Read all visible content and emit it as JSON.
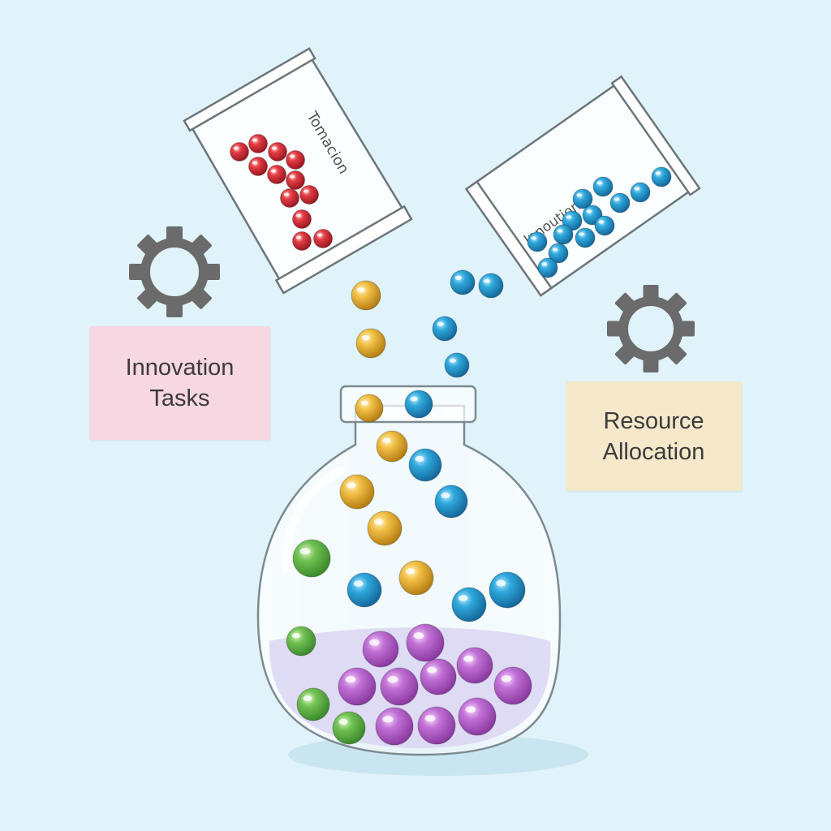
{
  "scene": {
    "background": "#e0f3fa",
    "bag_left": {
      "label": "Tomacion",
      "marble_color": "red",
      "color": "#d8303c"
    },
    "bag_right": {
      "label": "Innoution",
      "marble_color": "blue",
      "color": "#2a9ed4"
    },
    "jar": {
      "marbles": [
        "yellow",
        "blue",
        "green",
        "purple"
      ]
    },
    "gears": [
      "gear-icon",
      "gear-icon"
    ],
    "colors": {
      "yellow": "#e8ac2a",
      "blue": "#2a9ed4",
      "green": "#5fb94a",
      "purple": "#b661c9",
      "red": "#d8303c",
      "gear": "#6b6b6b"
    }
  },
  "notes": {
    "left": {
      "line1": "Innovation",
      "line2": "Tasks",
      "color": "#f7d7e1"
    },
    "right": {
      "line1": "Resource",
      "line2": "Allocation",
      "color": "#f5e8cb"
    }
  }
}
